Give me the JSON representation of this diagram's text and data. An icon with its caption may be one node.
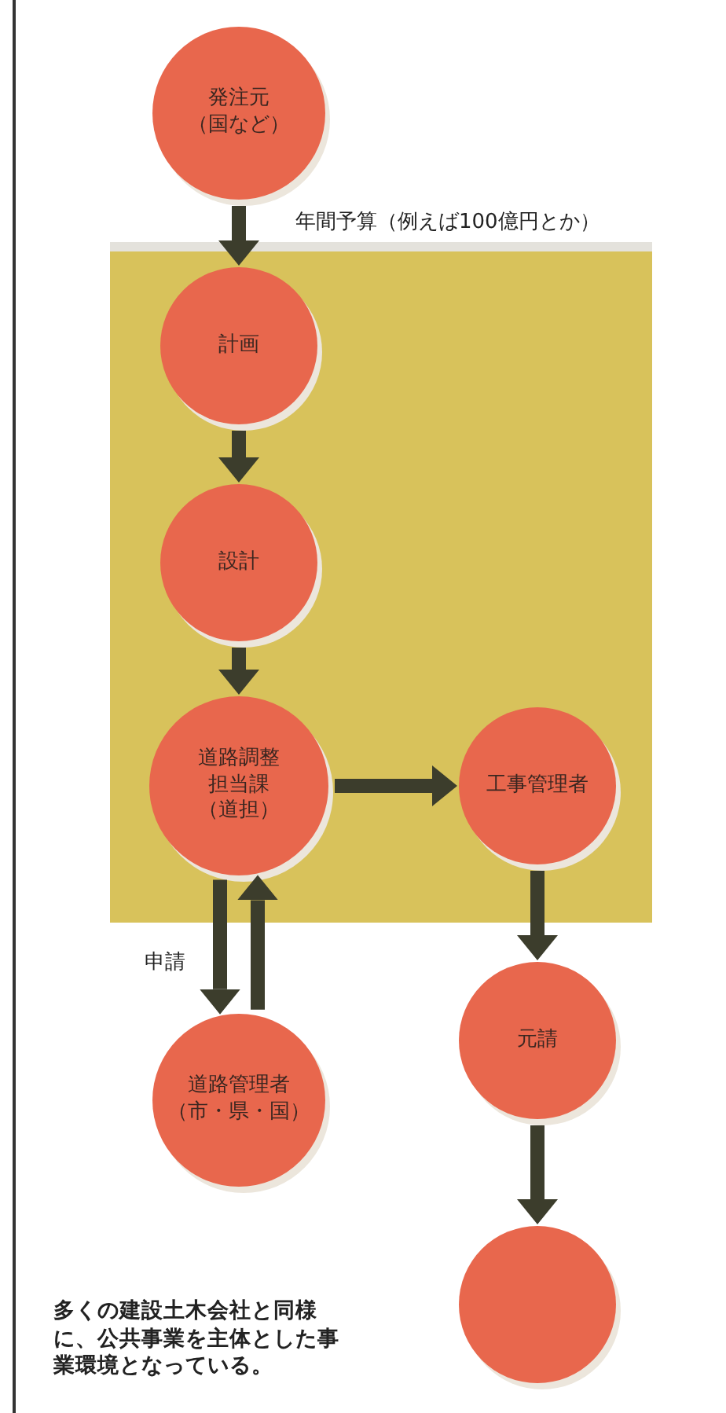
{
  "diagram": {
    "nodes": [
      {
        "text": [
          "発注元（国など）"
        ]
      },
      {
        "text": [],
        "shape": "box"
      },
      {
        "text": [
          "計画"
        ],
        "in": 1
      },
      {
        "text": [
          "設計"
        ],
        "in": 1
      },
      {
        "text": [
          "道路調整担当課（道担）"
        ],
        "in": 1
      },
      {
        "text": [
          "工事管理者"
        ],
        "in": 1
      },
      {
        "text": [
          "道路管理者（市・県・国）"
        ]
      },
      {
        "text": [
          "元請"
        ]
      },
      {
        "text": [],
        "shape": "circle"
      }
    ],
    "edges": [
      {
        "from": 0,
        "to": 2,
        "arrow": "to",
        "label": "年間予算（例えば100億円とか）"
      },
      {
        "from": 2,
        "to": 3,
        "arrow": "to"
      },
      {
        "from": 3,
        "to": 4,
        "arrow": "to"
      },
      {
        "from": 4,
        "to": 5,
        "arrow": "to"
      },
      {
        "from": 4,
        "to": 6,
        "arrow": "to",
        "label": "申請"
      },
      {
        "from": 6,
        "to": 4,
        "arrow": "to"
      },
      {
        "from": 5,
        "to": 7,
        "arrow": "to"
      },
      {
        "from": 7,
        "to": 8,
        "arrow": "to"
      }
    ],
    "labels": [
      "多くの建設土木会社と同様に、公共事業を主体とした事業環境となっている。"
    ]
  }
}
